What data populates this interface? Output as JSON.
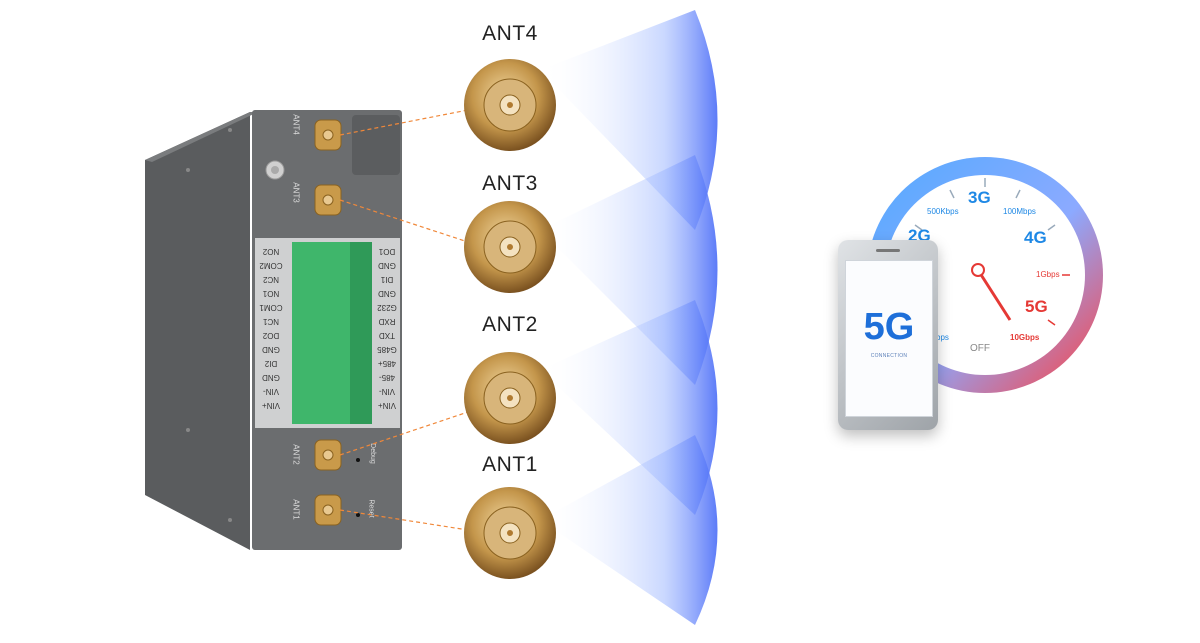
{
  "antennas": [
    {
      "label": "ANT4"
    },
    {
      "label": "ANT3"
    },
    {
      "label": "ANT2"
    },
    {
      "label": "ANT1"
    }
  ],
  "device": {
    "left_terminals": [
      "NO2",
      "COM2",
      "NC2",
      "NO1",
      "COM1",
      "NC1",
      "DO2",
      "GND",
      "DI2",
      "GND",
      "VIN-",
      "VIN+"
    ],
    "right_terminals": [
      "DO1",
      "GND",
      "DI1",
      "GND",
      "G232",
      "RXD",
      "TXD",
      "G485",
      "485+",
      "485-",
      "VIN-",
      "VIN+"
    ],
    "port_labels": [
      "ANT4",
      "ANT3",
      "ANT2",
      "ANT1"
    ],
    "indicator_labels": [
      "Debug",
      "Reset"
    ]
  },
  "gauge": {
    "gen_labels": [
      {
        "text": "2G",
        "color": "#1e88e5"
      },
      {
        "text": "3G",
        "color": "#1e88e5"
      },
      {
        "text": "4G",
        "color": "#1e88e5"
      },
      {
        "text": "5G",
        "color": "#e53935"
      }
    ],
    "speed_labels": [
      {
        "text": "500Kbps",
        "color": "#1e88e5"
      },
      {
        "text": "100Mbps",
        "color": "#1e88e5"
      },
      {
        "text": "1Gbps",
        "color": "#e53935"
      },
      {
        "text": "10Gbps",
        "color": "#e53935"
      },
      {
        "text": "bps",
        "color": "#1e88e5"
      }
    ],
    "off_label": "OFF"
  },
  "phone": {
    "screen_title": "5G",
    "screen_subtitle": "CONNECTION"
  },
  "colors": {
    "wave_blue": "#4a7dff",
    "copper": "#b8863b",
    "device_gray": "#6b6d6f",
    "terminal_green": "#3fb66b",
    "gauge_blue": "#1e88e5",
    "gauge_red": "#e53935"
  }
}
